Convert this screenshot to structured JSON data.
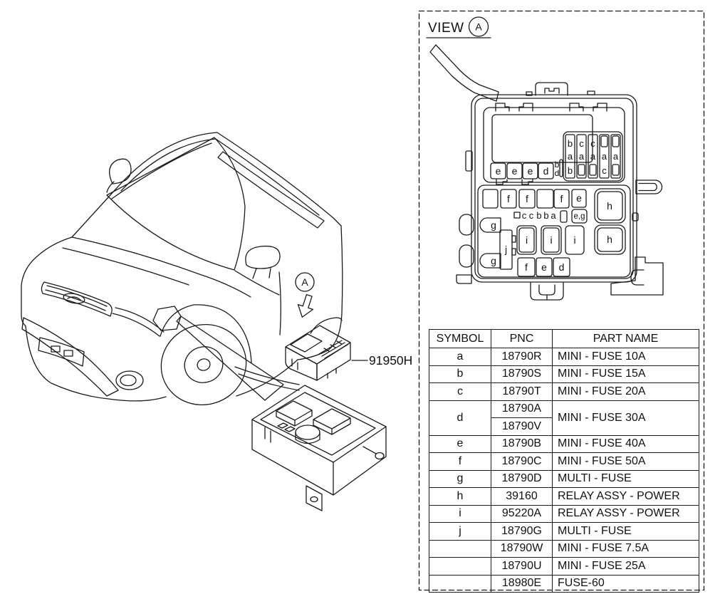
{
  "palette": {
    "ink": "#1a1a1a",
    "dash_border": "#9a9a9a",
    "background": "#ffffff"
  },
  "view_panel": {
    "title": "VIEW",
    "marker": "A"
  },
  "car_callout": {
    "marker": "A",
    "part_code": "91950H"
  },
  "fusebox": {
    "upper_row": [
      "e",
      "e",
      "e",
      "d"
    ],
    "upper_side": [
      "b",
      "d"
    ],
    "grid_top": [
      "b",
      "c",
      "c"
    ],
    "grid_mid": [
      "a",
      "a",
      "a",
      "a",
      "a"
    ],
    "grid_bottom": [
      "b",
      "c"
    ],
    "mid_row_f": [
      "f",
      "f",
      "f"
    ],
    "mid_row_e": "e",
    "small_row": [
      "c",
      "c",
      "b",
      "b",
      "a"
    ],
    "eg_label": "e,g",
    "relay_h": [
      "h",
      "h"
    ],
    "multi_g": [
      "g",
      "g"
    ],
    "multi_j": "j",
    "relay_i": [
      "i",
      "i",
      "i"
    ],
    "bottom_row": [
      "f",
      "e",
      "d"
    ]
  },
  "parts_table": {
    "headers": [
      "SYMBOL",
      "PNC",
      "PART NAME"
    ],
    "rows": [
      {
        "symbol": "a",
        "pnc": "18790R",
        "part": "MINI - FUSE 10A"
      },
      {
        "symbol": "b",
        "pnc": "18790S",
        "part": "MINI - FUSE 15A"
      },
      {
        "symbol": "c",
        "pnc": "18790T",
        "part": "MINI - FUSE 20A"
      },
      {
        "symbol": "d",
        "pnc": "18790A",
        "pnc2": "18790V",
        "part": "MINI - FUSE 30A"
      },
      {
        "symbol": "e",
        "pnc": "18790B",
        "part": "MINI - FUSE 40A"
      },
      {
        "symbol": "f",
        "pnc": "18790C",
        "part": "MINI - FUSE 50A"
      },
      {
        "symbol": "g",
        "pnc": "18790D",
        "part": "MULTI - FUSE"
      },
      {
        "symbol": "h",
        "pnc": "39160",
        "part": "RELAY ASSY - POWER"
      },
      {
        "symbol": "i",
        "pnc": "95220A",
        "part": "RELAY ASSY - POWER"
      },
      {
        "symbol": "j",
        "pnc": "18790G",
        "part": "MULTI - FUSE"
      },
      {
        "symbol": "",
        "pnc": "18790W",
        "part": "MINI - FUSE 7.5A"
      },
      {
        "symbol": "",
        "pnc": "18790U",
        "part": "MINI - FUSE 25A"
      },
      {
        "symbol": "",
        "pnc": "18980E",
        "part": "FUSE-60"
      }
    ]
  }
}
